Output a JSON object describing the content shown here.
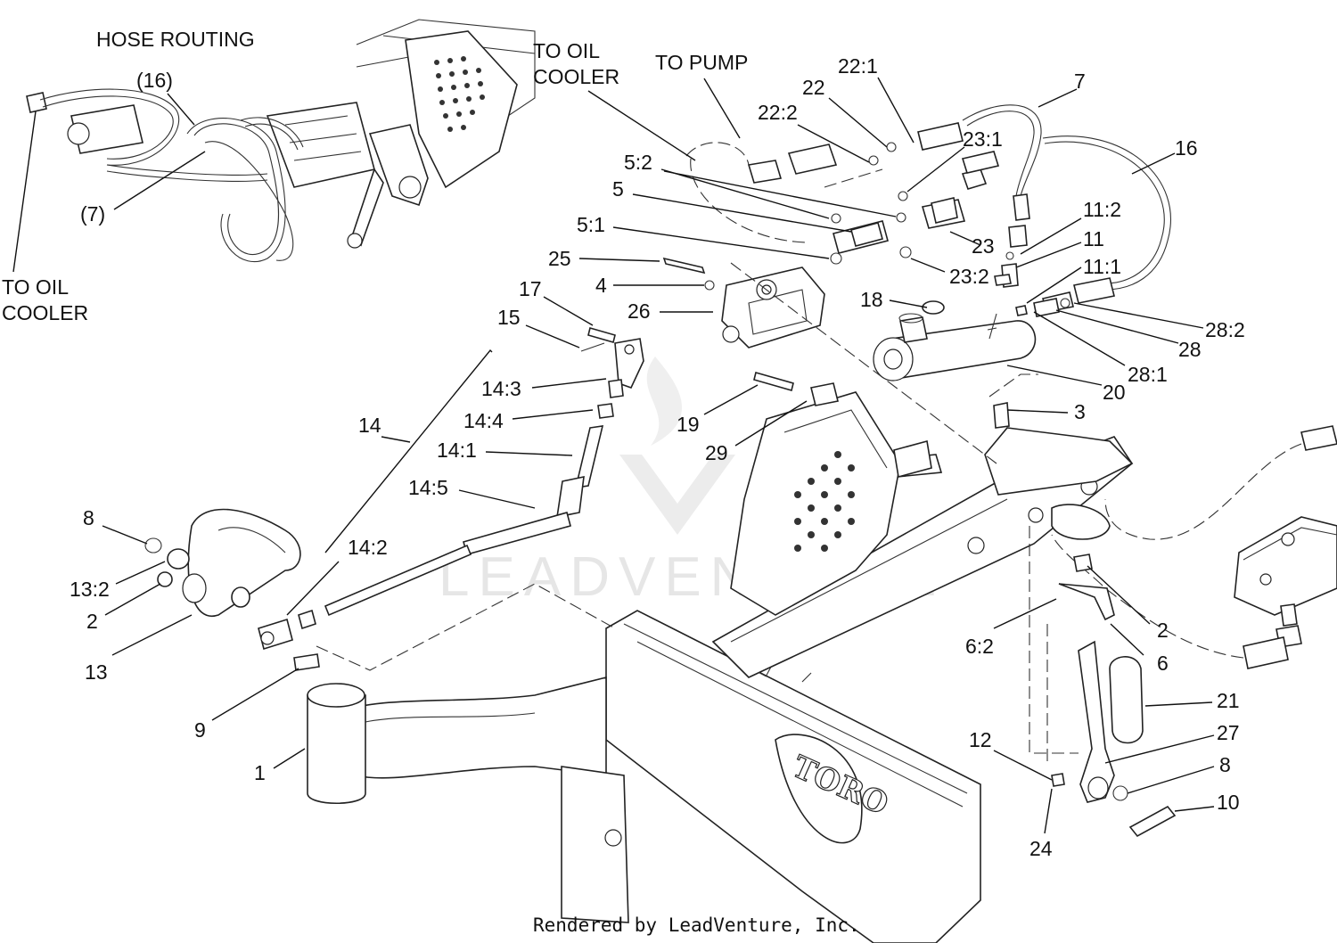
{
  "headings": {
    "hose_routing": "HOSE ROUTING",
    "to_oil_cooler_top_1": "TO OIL",
    "to_oil_cooler_top_2": "COOLER",
    "to_pump": "TO PUMP",
    "to_oil_cooler_left_1": "TO OIL",
    "to_oil_cooler_left_2": "COOLER"
  },
  "callouts": [
    "(16)",
    "(7)",
    "7",
    "16",
    "22:1",
    "22",
    "22:2",
    "23:1",
    "5:2",
    "5",
    "5:1",
    "23",
    "25",
    "4",
    "23:2",
    "26",
    "17",
    "15",
    "11:2",
    "11",
    "11:1",
    "18",
    "28:2",
    "28",
    "28:1",
    "20",
    "14:3",
    "14:4",
    "14:1",
    "14",
    "19",
    "29",
    "3",
    "14:5",
    "8",
    "13:2",
    "2",
    "14:2",
    "13",
    "9",
    "1",
    "6:2",
    "2",
    "6",
    "21",
    "12",
    "27",
    "8",
    "10",
    "24"
  ],
  "logo": {
    "brand_plate": "TORO"
  },
  "watermark": "LEADVENTURE",
  "footer": "Rendered by LeadVenture, Inc."
}
